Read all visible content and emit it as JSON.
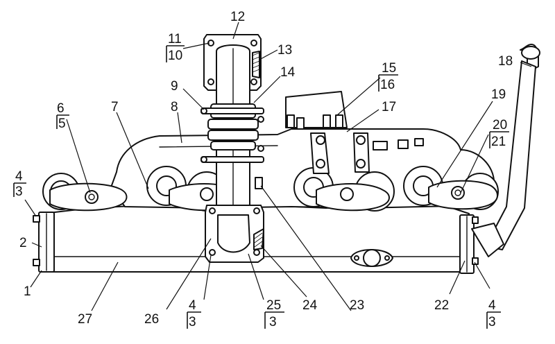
{
  "diagram": {
    "type": "exploded-assembly-drawing",
    "labels": {
      "l1": "1",
      "l2": "2",
      "l4a_num": "4",
      "l4a_den": "3",
      "l6_num": "6",
      "l6_den": "5",
      "l7": "7",
      "l8": "8",
      "l9": "9",
      "l11_num": "11",
      "l11_den": "10",
      "l12": "12",
      "l13": "13",
      "l14": "14",
      "l15": "15",
      "l16": "16",
      "l17": "17",
      "l18": "18",
      "l19": "19",
      "l20": "20",
      "l21": "21",
      "l22": "22",
      "l23": "23",
      "l24": "24",
      "l25_num": "25",
      "l25_den": "3",
      "l26": "26",
      "l4b_num": "4",
      "l4b_den": "3",
      "l4c_num": "4",
      "l4c_den": "3",
      "l27": "27"
    }
  }
}
